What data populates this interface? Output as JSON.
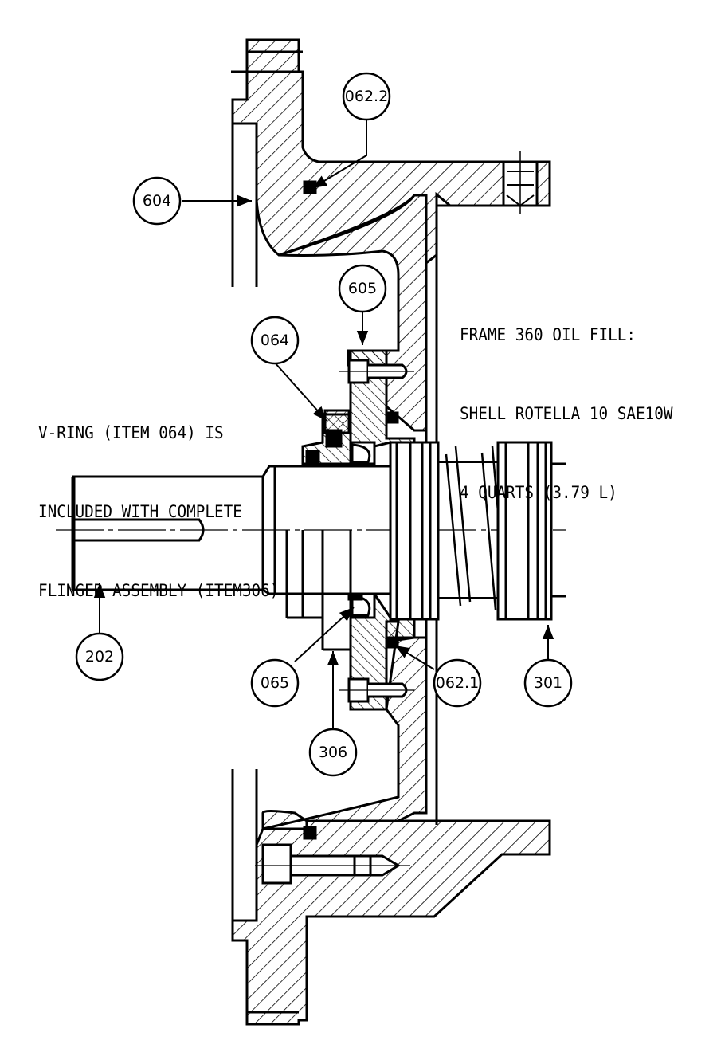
{
  "notes": {
    "oil_fill": [
      "FRAME 360 OIL FILL:",
      "SHELL ROTELLA 10 SAE10W",
      "4 QUARTS (3.79 L)"
    ],
    "v_ring": [
      "V-RING (ITEM 064) IS",
      "INCLUDED WITH COMPLETE",
      "FLINGER ASSEMBLY (ITEM306)"
    ]
  },
  "balloons": {
    "b0622": "062.2",
    "b604": "604",
    "b605": "605",
    "b064": "064",
    "b202": "202",
    "b065": "065",
    "b306": "306",
    "b0621": "062.1",
    "b301": "301"
  },
  "colors": {
    "line": "#000000",
    "background": "#ffffff"
  }
}
